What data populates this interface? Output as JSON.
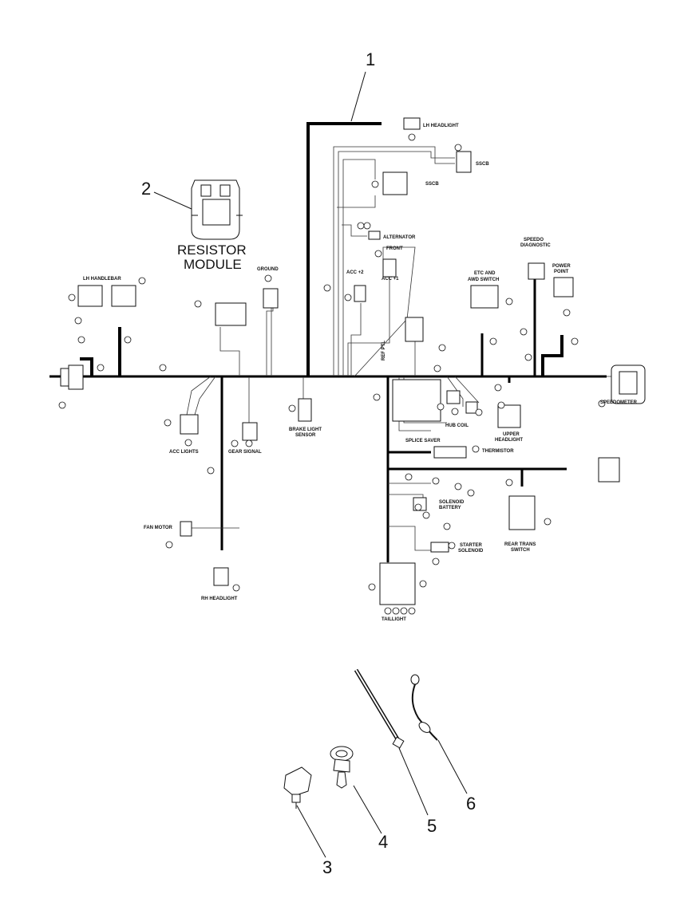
{
  "callouts": {
    "c1": "1",
    "c2": "2",
    "c3": "3",
    "c4": "4",
    "c5": "5",
    "c6": "6"
  },
  "resistor_module": {
    "line1": "RESISTOR",
    "line2": "MODULE"
  },
  "labels": {
    "lh_headlight": "LH HEADLIGHT",
    "sscb1": "SSCB",
    "sscb2": "SSCB",
    "alternator": "ALTERNATOR",
    "speedo_diagnostic_1": "SPEEDO",
    "speedo_diagnostic_2": "DIAGNOSTIC",
    "etc_and_1": "ETC AND",
    "etc_and_2": "AWD SWITCH",
    "power_point_1": "POWER",
    "power_point_2": "POINT",
    "acc2": "ACC +2",
    "acc1": "ACC +1",
    "lh_handlebar": "LH HANDLEBAR",
    "ground": "GROUND",
    "brake_light_sensor_1": "BRAKE LIGHT",
    "brake_light_sensor_2": "SENSOR",
    "acc_lights": "ACC LIGHTS",
    "gear_signal": "GEAR SIGNAL",
    "hub_coil": "HUB COIL",
    "splice_saver": "SPLICE SAVER",
    "thermistor": "THERMISTOR",
    "upper_headlight_1": "UPPER",
    "upper_headlight_2": "HEADLIGHT",
    "speedometer": "SPEEDOMETER",
    "solenoid_battery_1": "SOLENOID",
    "solenoid_battery_2": "BATTERY",
    "starter_solenoid_1": "STARTER",
    "starter_solenoid_2": "SOLENOID",
    "rear_trans_switch_1": "REAR TRANS",
    "rear_trans_switch_2": "SWITCH",
    "fan_motor": "FAN MOTOR",
    "rh_headlight": "RH HEADLIGHT",
    "taillight": "TAILLIGHT",
    "ref_ptl": "REF PTL",
    "front": "FRONT"
  }
}
